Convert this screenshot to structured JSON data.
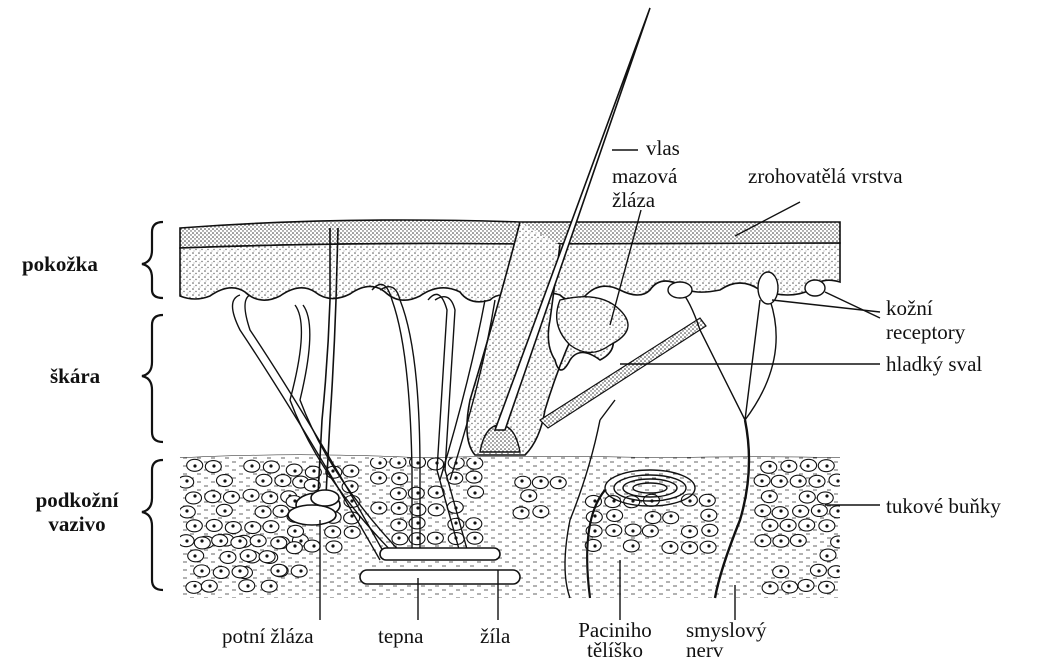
{
  "title": "",
  "layers": {
    "epidermis": "pokožka",
    "dermis": "škára",
    "hypodermis": [
      "podkožní",
      "vazivo"
    ]
  },
  "labels": {
    "hair": "vlas",
    "sebaceous_gland": [
      "mazová",
      "žláza"
    ],
    "stratum_corneum": "zrohovatělá vrstva",
    "skin_receptors": [
      "kožní",
      "receptory"
    ],
    "smooth_muscle": "hladký sval",
    "fat_cells": "tukové buňky",
    "sweat_gland": "potní žláza",
    "artery": "tepna",
    "vein": "žíla",
    "pacinian_corpuscle": [
      "Paciniho",
      "tělíško"
    ],
    "sensory_nerve": [
      "smyslový",
      "nerv"
    ]
  },
  "colors": {
    "ink": "#111111",
    "stipple": "#555555",
    "background": "#ffffff",
    "cell_fill": "#ffffff"
  }
}
